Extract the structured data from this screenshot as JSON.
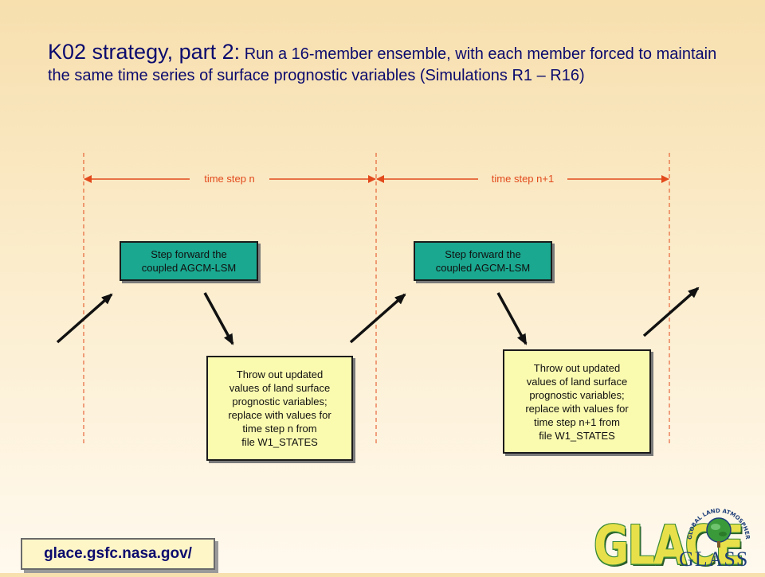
{
  "title": {
    "lead": "K02 strategy, part 2:",
    "rest": " Run a 16-member ensemble, with each member forced to maintain the same time series of surface prognostic variables (Simulations R1 – R16)"
  },
  "timeline": {
    "label_n": "time step n",
    "label_n1": "time step n+1"
  },
  "boxes": {
    "step1": "Step forward the\ncoupled AGCM-LSM",
    "step2": "Step forward the\ncoupled AGCM-LSM",
    "throw1": "Throw out updated\nvalues of land surface\nprognostic variables;\nreplace with values for\ntime step n from\nfile W1_STATES",
    "throw2": "Throw out updated\nvalues of land surface\nprognostic variables;\nreplace with values for\ntime step n+1 from\nfile W1_STATES"
  },
  "footer": {
    "url": "glace.gsfc.nasa.gov/",
    "glace_logo": "GLACE",
    "glass_logo": "GLASS",
    "glass_ring": "GLOBAL LAND ATMOSPHERE SYSTEM STUDY"
  },
  "colors": {
    "title": "#0b0b6e",
    "timeline": "#e24a1c",
    "step_box": "#1aa890",
    "throw_box": "#fbfbb0"
  }
}
